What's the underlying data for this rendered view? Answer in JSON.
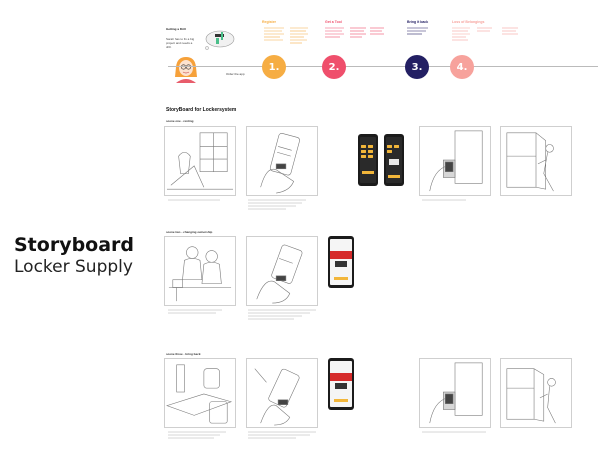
{
  "doc": {
    "title": "Storyboard",
    "subtitle": "Locker Supply"
  },
  "persona": {
    "name": "Getting a Drill",
    "description": "Sarah has to fix a big project and needs a drill.",
    "caption": "Order the app"
  },
  "phases": [
    {
      "num": "1.",
      "title": "Register",
      "color": "#f6ad43"
    },
    {
      "num": "2.",
      "title": "Get a Tool",
      "color": "#ef4f6c"
    },
    {
      "num": "3.",
      "title": "Bring it back",
      "color": "#231f63"
    },
    {
      "num": "4.",
      "title": "Loss of Belongings",
      "color": "#f7a29c"
    }
  ],
  "storyboard": {
    "title": "StoryBoard for Lockersystem",
    "scene1": "scene one - renting",
    "scene2": "scene two - changing ownership",
    "scene3": "scene three - bring back"
  },
  "colors": {
    "accent_yellow": "#f2b63a",
    "accent_red": "#d62b2b"
  }
}
